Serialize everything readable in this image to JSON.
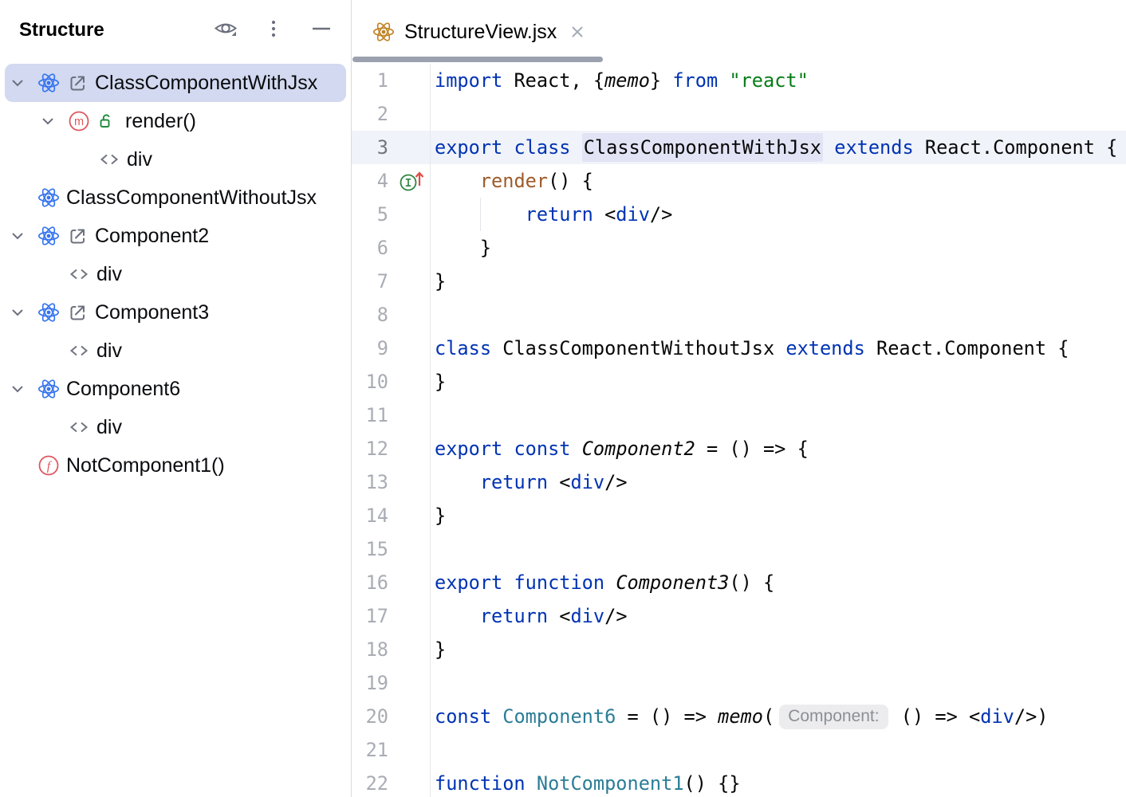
{
  "structure_panel": {
    "title": "Structure",
    "toolbar_icons": [
      "view-options-eye",
      "more-options-kebab",
      "hide-minus"
    ],
    "items": [
      {
        "label": "ClassComponentWithJsx",
        "level": 0,
        "chevron": true,
        "icons": [
          "react",
          "exported"
        ],
        "selected": true
      },
      {
        "label": "render()",
        "level": 1,
        "chevron": true,
        "icons": [
          "method",
          "public"
        ],
        "selected": false
      },
      {
        "label": "div",
        "level": 2,
        "chevron": false,
        "icons": [
          "jsx-tag"
        ],
        "selected": false
      },
      {
        "label": "ClassComponentWithoutJsx",
        "level": 0,
        "chevron": false,
        "icons": [
          "react"
        ],
        "selected": false
      },
      {
        "label": "Component2",
        "level": 0,
        "chevron": true,
        "icons": [
          "react",
          "exported"
        ],
        "selected": false
      },
      {
        "label": "div",
        "level": 1,
        "chevron": false,
        "icons": [
          "jsx-tag"
        ],
        "selected": false
      },
      {
        "label": "Component3",
        "level": 0,
        "chevron": true,
        "icons": [
          "react",
          "exported"
        ],
        "selected": false
      },
      {
        "label": "div",
        "level": 1,
        "chevron": false,
        "icons": [
          "jsx-tag"
        ],
        "selected": false
      },
      {
        "label": "Component6",
        "level": 0,
        "chevron": true,
        "icons": [
          "react"
        ],
        "selected": false
      },
      {
        "label": "div",
        "level": 1,
        "chevron": false,
        "icons": [
          "jsx-tag"
        ],
        "selected": false
      },
      {
        "label": "NotComponent1()",
        "level": 0,
        "chevron": false,
        "icons": [
          "function"
        ],
        "selected": false
      }
    ]
  },
  "editor": {
    "tab": {
      "label": "StructureView.jsx",
      "icon": "react-file",
      "close_icon": "close-x"
    },
    "lines": [
      {
        "n": 1,
        "tokens": [
          {
            "t": "kw",
            "v": "import"
          },
          {
            "t": "pl",
            "v": " React, {"
          },
          {
            "t": "it",
            "v": "memo"
          },
          {
            "t": "pl",
            "v": "} "
          },
          {
            "t": "kw",
            "v": "from"
          },
          {
            "t": "pl",
            "v": " "
          },
          {
            "t": "str",
            "v": "\"react\""
          }
        ]
      },
      {
        "n": 2,
        "tokens": []
      },
      {
        "n": 3,
        "current": true,
        "tokens": [
          {
            "t": "kw",
            "v": "export"
          },
          {
            "t": "pl",
            "v": " "
          },
          {
            "t": "kw",
            "v": "class"
          },
          {
            "t": "pl",
            "v": " "
          },
          {
            "t": "hl",
            "v": "ClassComponentWithJsx"
          },
          {
            "t": "pl",
            "v": " "
          },
          {
            "t": "kw",
            "v": "extends"
          },
          {
            "t": "pl",
            "v": " React.Component {"
          }
        ]
      },
      {
        "n": 4,
        "gutter_icon": "implementing-method",
        "tokens": [
          {
            "t": "pl",
            "v": "    "
          },
          {
            "t": "fn",
            "v": "render"
          },
          {
            "t": "pl",
            "v": "() {"
          }
        ]
      },
      {
        "n": 5,
        "guide": true,
        "tokens": [
          {
            "t": "pl",
            "v": "        "
          },
          {
            "t": "kw",
            "v": "return"
          },
          {
            "t": "pl",
            "v": " <"
          },
          {
            "t": "tag",
            "v": "div"
          },
          {
            "t": "pl",
            "v": "/>"
          }
        ]
      },
      {
        "n": 6,
        "tokens": [
          {
            "t": "pl",
            "v": "    }"
          }
        ]
      },
      {
        "n": 7,
        "tokens": [
          {
            "t": "pl",
            "v": "}"
          }
        ]
      },
      {
        "n": 8,
        "tokens": []
      },
      {
        "n": 9,
        "tokens": [
          {
            "t": "kw",
            "v": "class"
          },
          {
            "t": "pl",
            "v": " ClassComponentWithoutJsx "
          },
          {
            "t": "kw",
            "v": "extends"
          },
          {
            "t": "pl",
            "v": " React.Component {"
          }
        ]
      },
      {
        "n": 10,
        "tokens": [
          {
            "t": "pl",
            "v": "}"
          }
        ]
      },
      {
        "n": 11,
        "tokens": []
      },
      {
        "n": 12,
        "tokens": [
          {
            "t": "kw",
            "v": "export"
          },
          {
            "t": "pl",
            "v": " "
          },
          {
            "t": "kw",
            "v": "const"
          },
          {
            "t": "pl",
            "v": " "
          },
          {
            "t": "it",
            "v": "Component2"
          },
          {
            "t": "pl",
            "v": " = () => {"
          }
        ]
      },
      {
        "n": 13,
        "tokens": [
          {
            "t": "pl",
            "v": "    "
          },
          {
            "t": "kw",
            "v": "return"
          },
          {
            "t": "pl",
            "v": " <"
          },
          {
            "t": "tag",
            "v": "div"
          },
          {
            "t": "pl",
            "v": "/>"
          }
        ]
      },
      {
        "n": 14,
        "tokens": [
          {
            "t": "pl",
            "v": "}"
          }
        ]
      },
      {
        "n": 15,
        "tokens": []
      },
      {
        "n": 16,
        "tokens": [
          {
            "t": "kw",
            "v": "export"
          },
          {
            "t": "pl",
            "v": " "
          },
          {
            "t": "kw",
            "v": "function"
          },
          {
            "t": "pl",
            "v": " "
          },
          {
            "t": "it",
            "v": "Component3"
          },
          {
            "t": "pl",
            "v": "() {"
          }
        ]
      },
      {
        "n": 17,
        "tokens": [
          {
            "t": "pl",
            "v": "    "
          },
          {
            "t": "kw",
            "v": "return"
          },
          {
            "t": "pl",
            "v": " <"
          },
          {
            "t": "tag",
            "v": "div"
          },
          {
            "t": "pl",
            "v": "/>"
          }
        ]
      },
      {
        "n": 18,
        "tokens": [
          {
            "t": "pl",
            "v": "}"
          }
        ]
      },
      {
        "n": 19,
        "tokens": []
      },
      {
        "n": 20,
        "tokens": [
          {
            "t": "kw",
            "v": "const"
          },
          {
            "t": "pl",
            "v": " "
          },
          {
            "t": "cmp",
            "v": "Component6"
          },
          {
            "t": "pl",
            "v": " = () => "
          },
          {
            "t": "it",
            "v": "memo"
          },
          {
            "t": "pl",
            "v": "("
          },
          {
            "t": "pill",
            "v": "Component:"
          },
          {
            "t": "pl",
            "v": " () => <"
          },
          {
            "t": "tag",
            "v": "div"
          },
          {
            "t": "pl",
            "v": "/>)"
          }
        ]
      },
      {
        "n": 21,
        "tokens": []
      },
      {
        "n": 22,
        "tokens": [
          {
            "t": "kw",
            "v": "function"
          },
          {
            "t": "pl",
            "v": " "
          },
          {
            "t": "cmp",
            "v": "NotComponent1"
          },
          {
            "t": "pl",
            "v": "() {}"
          }
        ]
      }
    ]
  },
  "colors": {
    "selection": "#D2D9F0",
    "currentline": "#F0F3F9",
    "idhighlight": "#E2E4F5",
    "keyword": "#0033B3",
    "string": "#067D17",
    "method": "#9E5B28",
    "component": "#2B7D96",
    "jsxtag": "#0033B3",
    "linenumber": "#A9ACB4",
    "underline": "#9BA1AF",
    "reactblue": "#3574F0",
    "reactamber": "#C08428",
    "icongray": "#6C707E",
    "methodred": "#E0575F",
    "publicgreen": "#1F8A3B",
    "arrowred": "#E04B44"
  }
}
